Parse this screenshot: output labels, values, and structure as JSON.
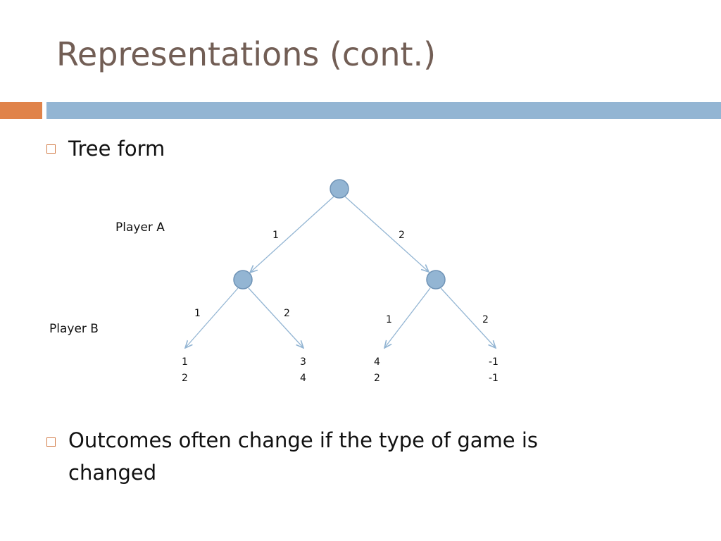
{
  "slide": {
    "title": "Representations (cont.)",
    "accent_color": "#e0834a",
    "band_color": "#93b5d3"
  },
  "bullets": [
    {
      "text": "Tree form"
    },
    {
      "text": "Outcomes often change if the type of game is changed"
    }
  ],
  "tree": {
    "players": [
      "Player A",
      "Player B"
    ],
    "root": {
      "player": "Player A"
    },
    "first_moves": [
      {
        "label": "1",
        "player": "Player B",
        "second_moves": [
          {
            "label": "1",
            "payoff": [
              "1",
              "2"
            ]
          },
          {
            "label": "2",
            "payoff": [
              "3",
              "4"
            ]
          }
        ]
      },
      {
        "label": "2",
        "player": "Player B",
        "second_moves": [
          {
            "label": "1",
            "payoff": [
              "4",
              "2"
            ]
          },
          {
            "label": "2",
            "payoff": [
              "-1",
              "-1"
            ]
          }
        ]
      }
    ]
  }
}
